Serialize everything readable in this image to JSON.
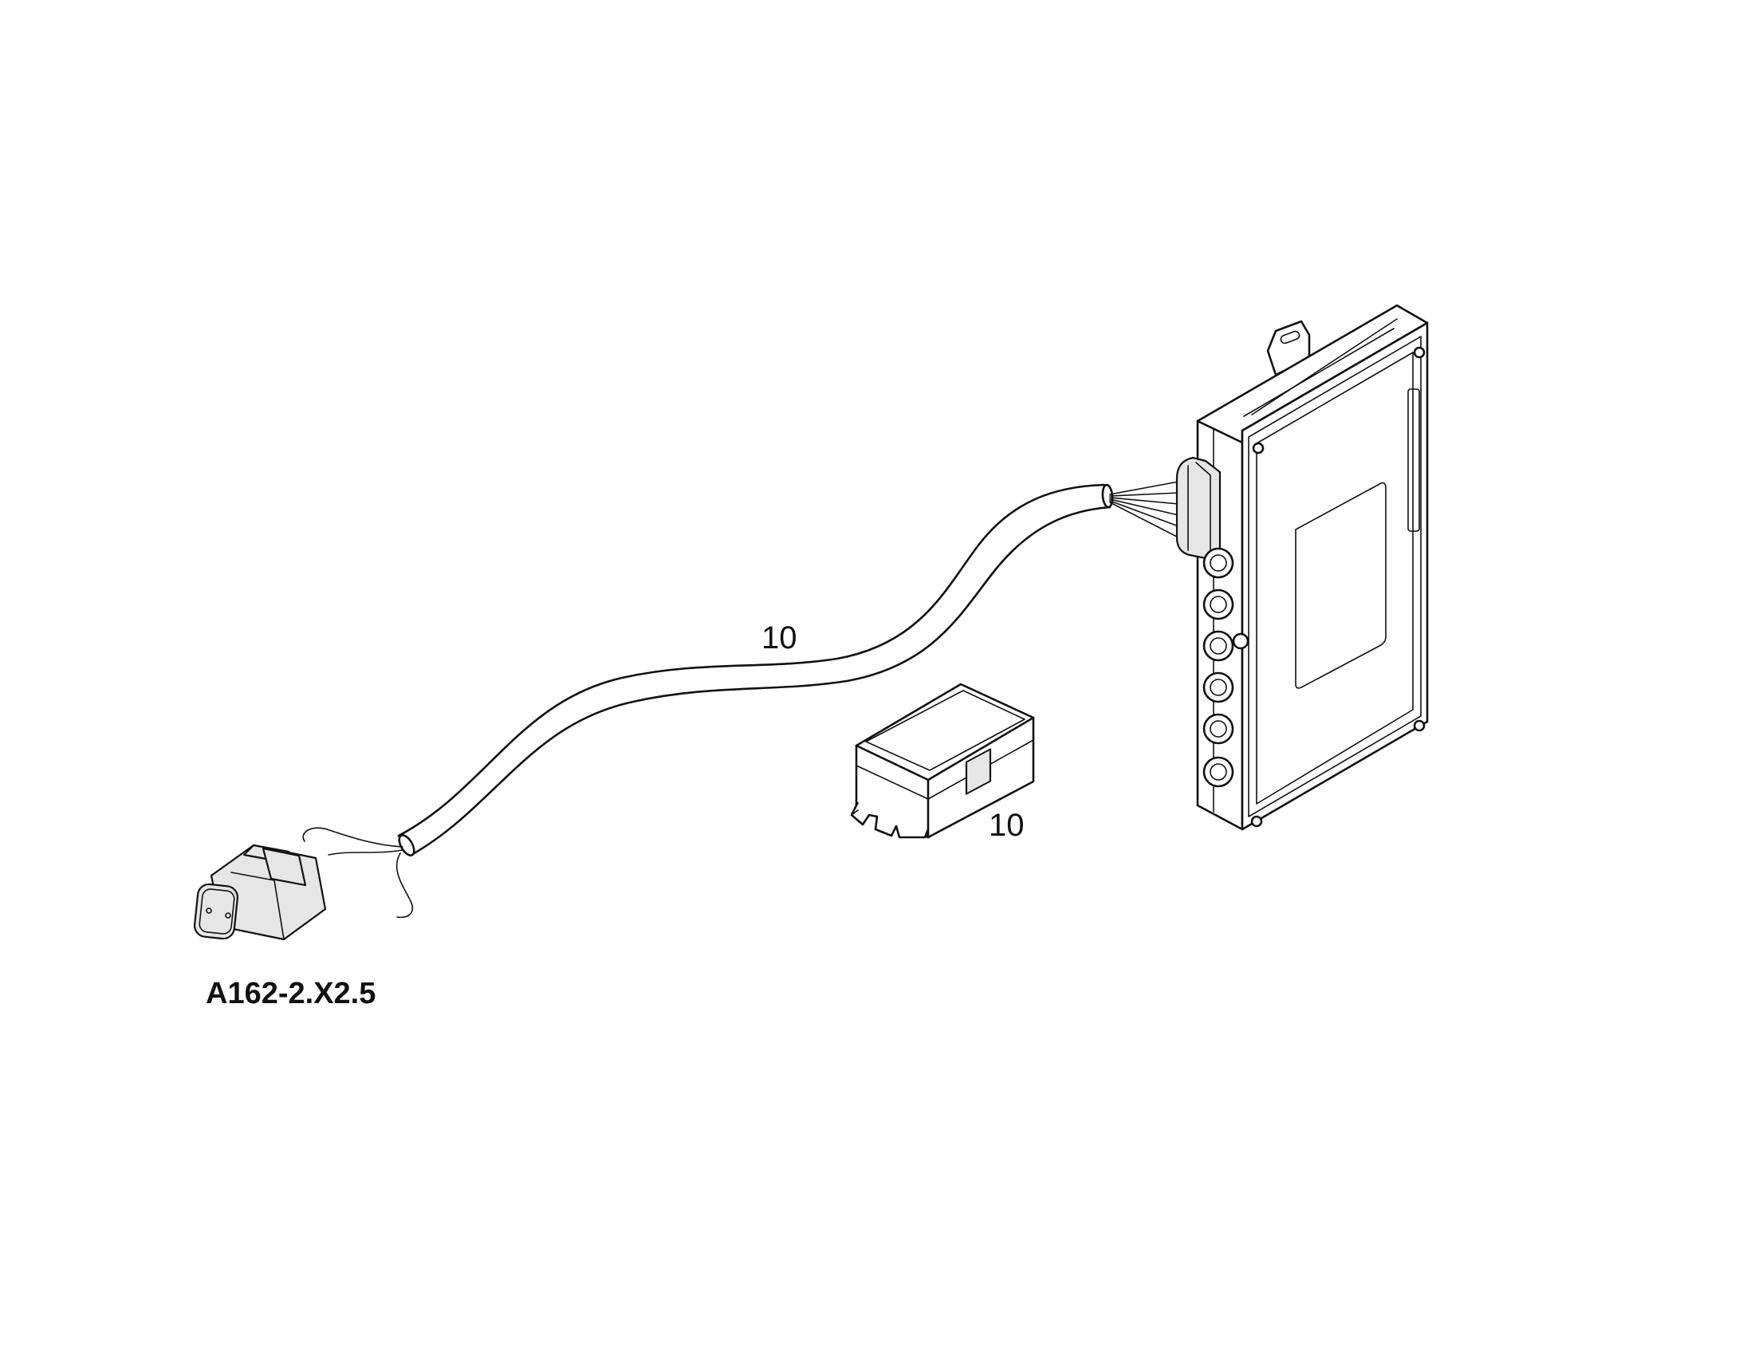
{
  "callouts": {
    "harness": "10",
    "box": "10"
  },
  "labels": {
    "connector": "A162-2.X2.5"
  }
}
